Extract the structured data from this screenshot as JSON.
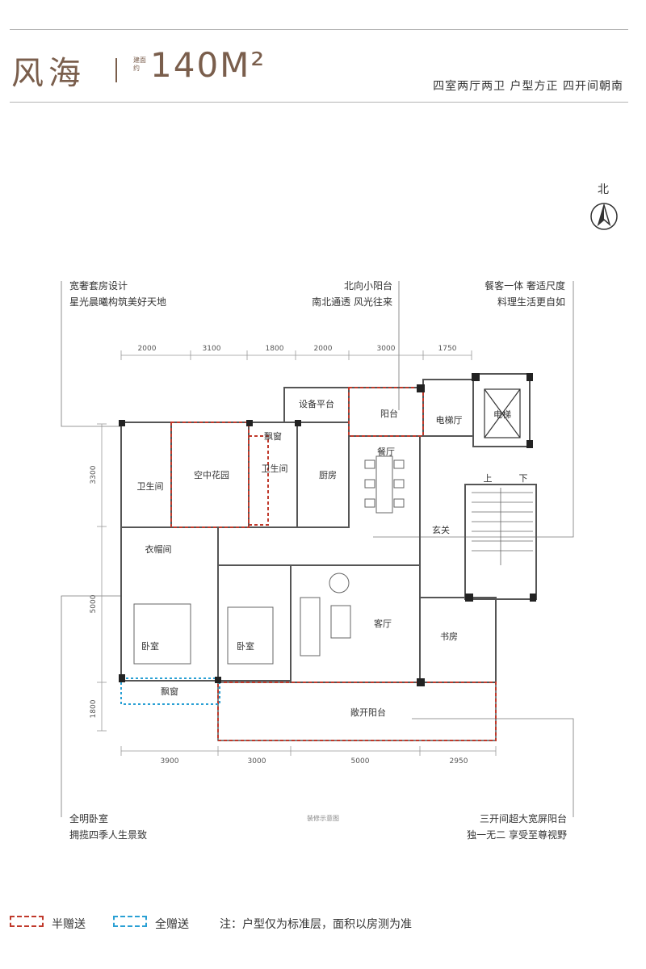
{
  "header": {
    "name": "风海",
    "area_label": "建面约",
    "area_value": "140M²",
    "tagline": "四室两厅两卫  户型方正  四开间朝南"
  },
  "north": {
    "label": "北"
  },
  "annotations": {
    "top_left": [
      "宽奢套房设计",
      "星光晨曦构筑美好天地"
    ],
    "top_center": [
      "北向小阳台",
      "南北通透 风光往来"
    ],
    "top_right": [
      "餐客一体 奢适尺度",
      "料理生活更自如"
    ],
    "bottom_left": [
      "全明卧室",
      "拥揽四季人生景致"
    ],
    "bottom_right": [
      "三开间超大宽屏阳台",
      "独一无二  享受至尊视野"
    ]
  },
  "dimensions": {
    "top": [
      "2000",
      "3100",
      "1800",
      "2000",
      "3000",
      "1750"
    ],
    "bottom": [
      "3900",
      "3000",
      "5000",
      "2950"
    ],
    "left": [
      "3300",
      "5000",
      "1800"
    ]
  },
  "rooms": {
    "equipment_platform": "设备平台",
    "balcony_north": "阳台",
    "elevator_hall": "电梯厅",
    "elevator": "电梯",
    "bay_window_top": "飘窗",
    "bathroom_1": "卫生间",
    "sky_garden": "空中花园",
    "bathroom_2": "卫生间",
    "kitchen": "厨房",
    "dining": "餐厅",
    "entrance": "玄关",
    "up": "上",
    "down": "下",
    "walk_in_closet": "衣帽间",
    "bedroom_1": "卧室",
    "bedroom_2": "卧室",
    "living_room": "客厅",
    "study": "书房",
    "bay_window_bottom": "飘窗",
    "open_balcony": "敞开阳台"
  },
  "plan_caption": "装修示意图",
  "legend": {
    "half_gift": "半赠送",
    "full_gift": "全赠送",
    "half_color": "#c0392b",
    "full_color": "#2aa0d4",
    "note": "注：户型仅为标准层，面积以房测为准"
  }
}
